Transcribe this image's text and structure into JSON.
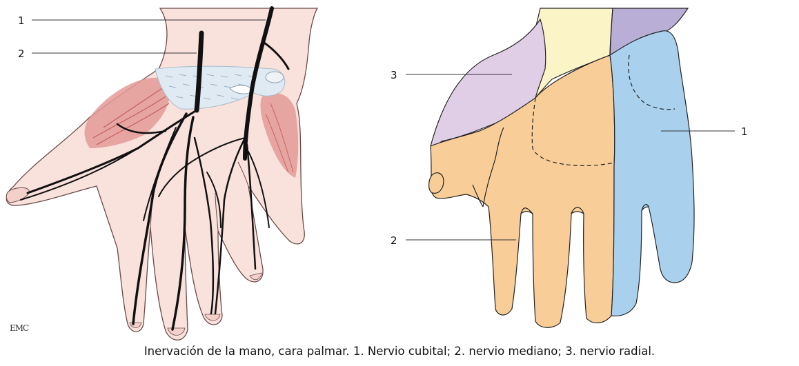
{
  "left_figure": {
    "labels": [
      {
        "id": "1",
        "text": "1"
      },
      {
        "id": "2",
        "text": "2"
      }
    ]
  },
  "right_figure": {
    "labels": [
      {
        "id": "3",
        "text": "3"
      },
      {
        "id": "1",
        "text": "1"
      },
      {
        "id": "2",
        "text": "2"
      }
    ],
    "zones": [
      {
        "name": "radial",
        "color": "#e0cde6"
      },
      {
        "name": "median",
        "color": "#f8cd98"
      },
      {
        "name": "ulnar",
        "color": "#a9d1ee"
      },
      {
        "name": "forearm-lateral",
        "color": "#fbf4c7"
      },
      {
        "name": "forearm-medial",
        "color": "#b8aed6"
      }
    ]
  },
  "colors": {
    "skin": "#f9e1dc",
    "muscle": "#e49a98",
    "retinaculum": "#dfeaf2",
    "nerve": "#111111"
  },
  "logo_text": "EMC",
  "caption": "Inervación de la mano, cara palmar. 1. Nervio cubital; 2. nervio mediano; 3. nervio radial."
}
